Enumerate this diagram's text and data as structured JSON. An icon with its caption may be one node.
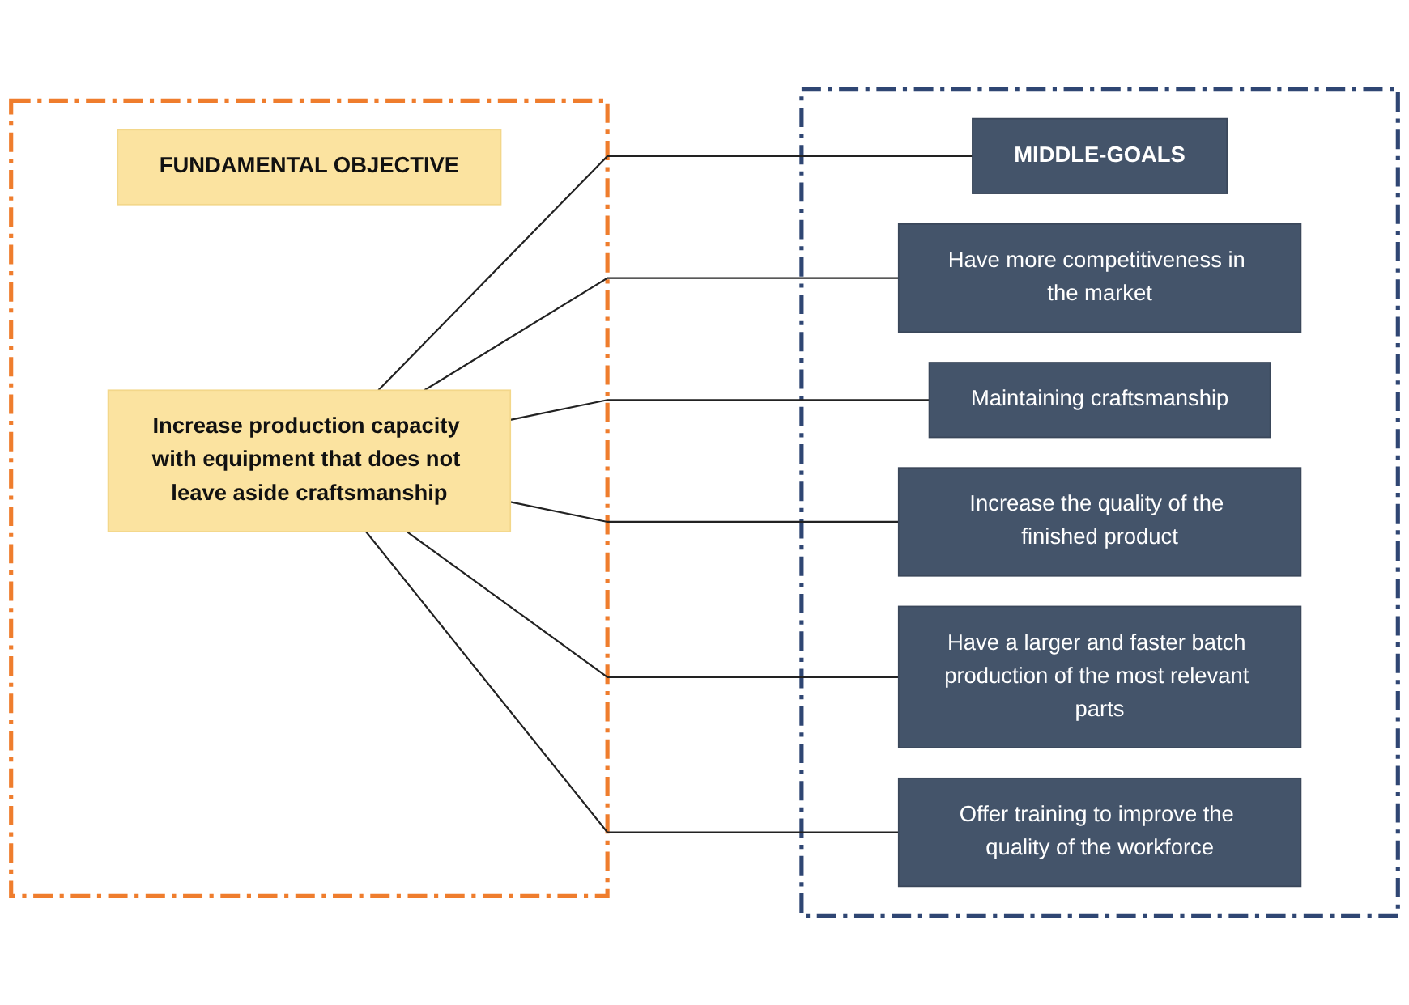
{
  "diagram": {
    "nodes": [
      {
        "text": [],
        "shape": "box"
      },
      {
        "text": [
          "FUNDAMENTAL OBJECTIVE"
        ],
        "in": 0
      },
      {
        "text": [
          "Increase production capacity with equipment that does not leave aside craftsmanship"
        ],
        "in": 0
      },
      {
        "text": [],
        "shape": "box"
      },
      {
        "text": [
          "MIDDLE-GOALS"
        ],
        "in": 3
      },
      {
        "text": [
          "Have more competitiveness in the market"
        ],
        "in": 3
      },
      {
        "text": [
          "Maintaining craftsmanship"
        ],
        "in": 3
      },
      {
        "text": [
          "Increase the quality of the finished product"
        ],
        "in": 3
      },
      {
        "text": [
          "Have a larger and faster batch production of the most relevant parts"
        ],
        "in": 3
      },
      {
        "text": [
          "Offer training to improve the quality of the workforce"
        ],
        "in": 3
      }
    ],
    "edges": [
      {
        "from": 2,
        "to": 4,
        "arrow": "none"
      },
      {
        "from": 2,
        "to": 5,
        "arrow": "none"
      },
      {
        "from": 2,
        "to": 6,
        "arrow": "none"
      },
      {
        "from": 2,
        "to": 7,
        "arrow": "none"
      },
      {
        "from": 2,
        "to": 8,
        "arrow": "none"
      },
      {
        "from": 2,
        "to": 9,
        "arrow": "none"
      }
    ]
  }
}
